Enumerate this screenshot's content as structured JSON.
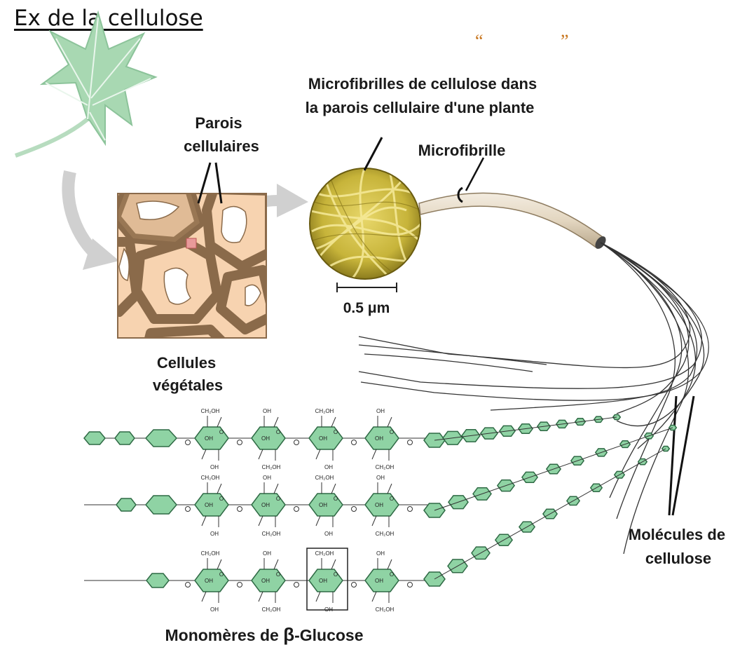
{
  "title": "Ex de la cellulose",
  "quotes": "“ ”",
  "labels": {
    "parois_line1": "Parois",
    "parois_line2": "cellulaires",
    "microfibrilles_line1": "Microfibrilles de cellulose dans",
    "microfibrilles_line2": "la parois cellulaire d'une plante",
    "microfibrille": "Microfibrille",
    "scale": "0.5 μm",
    "cellules_line1": "Cellules",
    "cellules_line2": "végétales",
    "molecules_line1": "Molécules de",
    "molecules_line2": "cellulose",
    "monomeres_prefix": "Monomères de ",
    "monomeres_beta": "β",
    "monomeres_suffix": "-Glucose"
  },
  "chem": {
    "ch2oh": "CH₂OH",
    "oh": "OH",
    "o": "O"
  },
  "colors": {
    "glucose_fill": "#8fd3a4",
    "glucose_stroke": "#2f6a45",
    "leaf": "#a8d8b2",
    "cell_wall": "#b58f68",
    "cell_inner": "#f7d3b0",
    "microfibril": "#d9c84a",
    "arrow": "#c9c9c9",
    "quote": "#c8761f"
  }
}
